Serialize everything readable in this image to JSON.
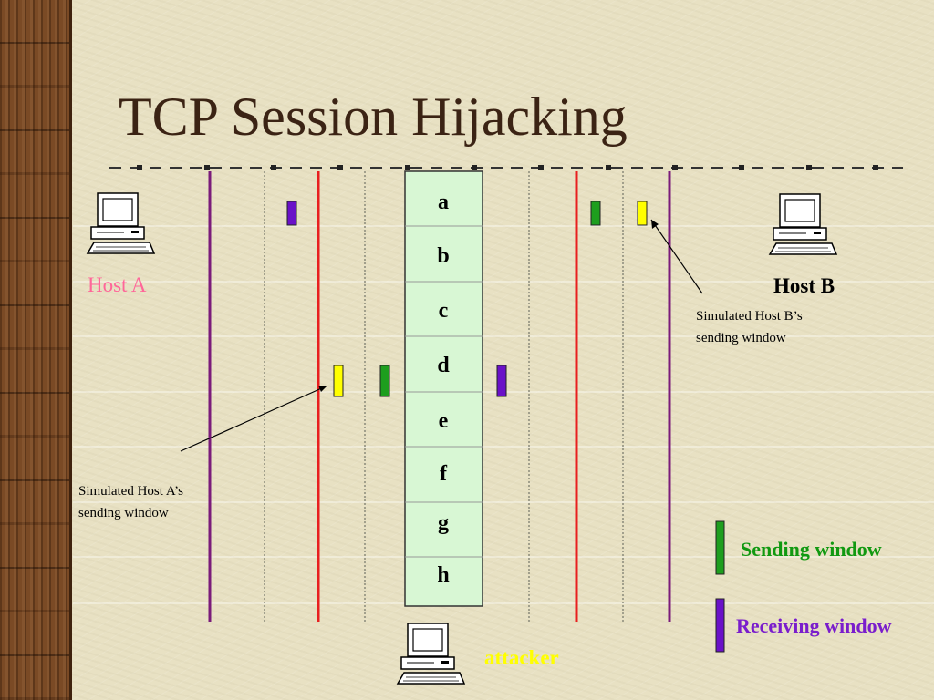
{
  "title": "TCP Session Hijacking",
  "hosts": {
    "host_a": "Host A",
    "host_b": "Host B",
    "attacker": "attacker"
  },
  "notes": {
    "host_b_line1": "Simulated Host B’s",
    "host_b_line2": "sending window",
    "host_a_line1": "Simulated Host A’s",
    "host_a_line2": "sending window"
  },
  "segments": [
    "a",
    "b",
    "c",
    "d",
    "e",
    "f",
    "g",
    "h"
  ],
  "legend": {
    "sending": "Sending window",
    "receiving": "Receiving window"
  },
  "colors": {
    "sending_window": "#1e9e1e",
    "receiving_window": "#6a11c8",
    "simulated_window": "#ffff00",
    "window_edge": "#e81f1f",
    "host_boundary": "#7a1b7a",
    "stream_fill": "#d8f7d4",
    "host_a_label": "#ff6699",
    "attacker_label": "#ffff00"
  },
  "icons": [
    "computer-icon"
  ]
}
